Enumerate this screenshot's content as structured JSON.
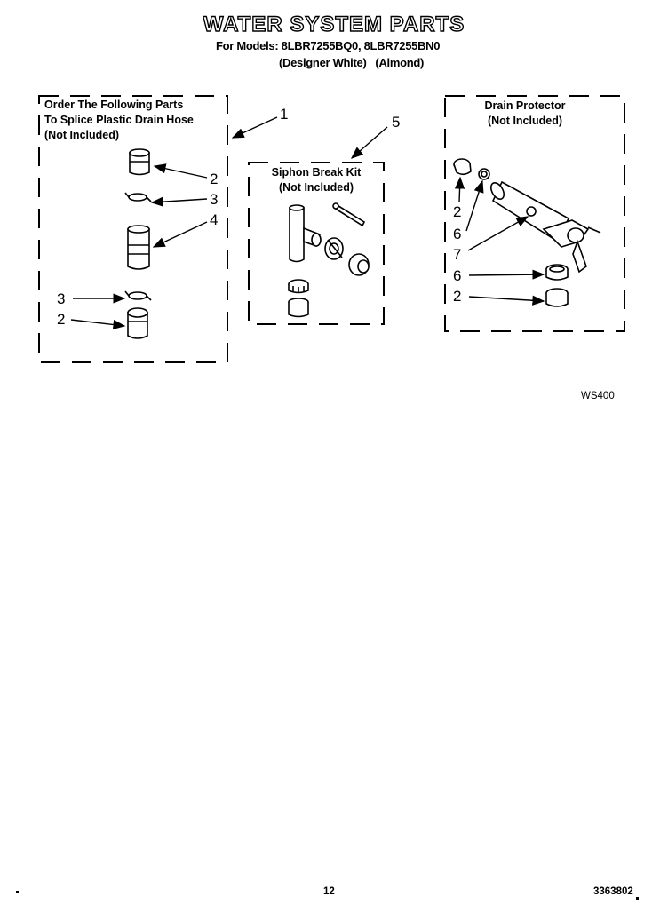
{
  "header": {
    "title": "WATER SYSTEM PARTS",
    "models": "For Models: 8LBR7255BQ0, 8LBR7255BN0",
    "colors": "(Designer White)   (Almond)"
  },
  "boxes": {
    "splice": {
      "line1": "Order The Following Parts",
      "line2": "To Splice Plastic Drain Hose",
      "line3": "(Not Included)"
    },
    "siphon": {
      "line1": "Siphon Break Kit",
      "line2": "(Not Included)"
    },
    "drain": {
      "line1": "Drain Protector",
      "line2": "(Not Included)"
    }
  },
  "callouts": {
    "c1": "1",
    "c5": "5",
    "s2a": "2",
    "s3a": "3",
    "s4": "4",
    "s3b": "3",
    "s2b": "2",
    "d2a": "2",
    "d6a": "6",
    "d7": "7",
    "d6b": "6",
    "d2b": "2"
  },
  "footer": {
    "diagram_code": "WS400",
    "page_number": "12",
    "doc_number": "3363802"
  }
}
